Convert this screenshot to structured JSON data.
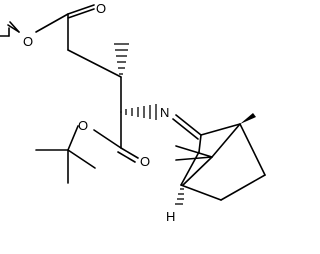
{
  "atoms": {
    "O_methoxy": "O",
    "O_ester1_carbonyl": "O",
    "O_ester2_alkoxy": "O",
    "O_ester2_carbonyl": "O",
    "N_imine": "N",
    "H_bridgehead": "H"
  }
}
